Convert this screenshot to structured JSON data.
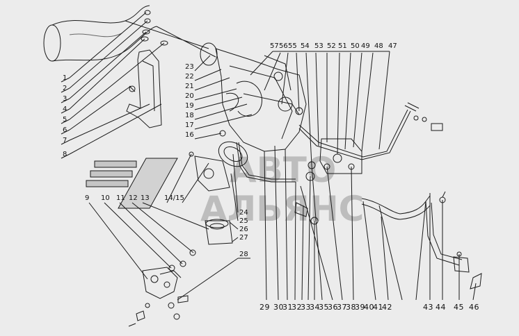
{
  "watermark": {
    "line1": "АВТО",
    "line2": "АЛЬЯНС",
    "color": "#bdbdbd"
  },
  "line_color": "#1a1a1a",
  "left_callouts": [
    "1",
    "2",
    "3",
    "4",
    "5",
    "6",
    "7",
    "8"
  ],
  "mid_callouts": [
    "23",
    "22",
    "21",
    "20",
    "19",
    "18",
    "17",
    "16"
  ],
  "top_callouts": [
    "57",
    "56",
    "55",
    "54",
    "53",
    "52",
    "51",
    "50",
    "49",
    "48",
    "47"
  ],
  "lower_left_callouts": [
    "9",
    "10",
    "11",
    "12",
    "13",
    "14/15"
  ],
  "center_callouts": [
    "24",
    "25",
    "26",
    "27",
    "28"
  ],
  "bottom_callouts": [
    "29",
    "30",
    "31",
    "32",
    "33",
    "34",
    "35",
    "36",
    "37",
    "38",
    "39",
    "40",
    "41",
    "42",
    "43",
    "44",
    "45",
    "46"
  ]
}
